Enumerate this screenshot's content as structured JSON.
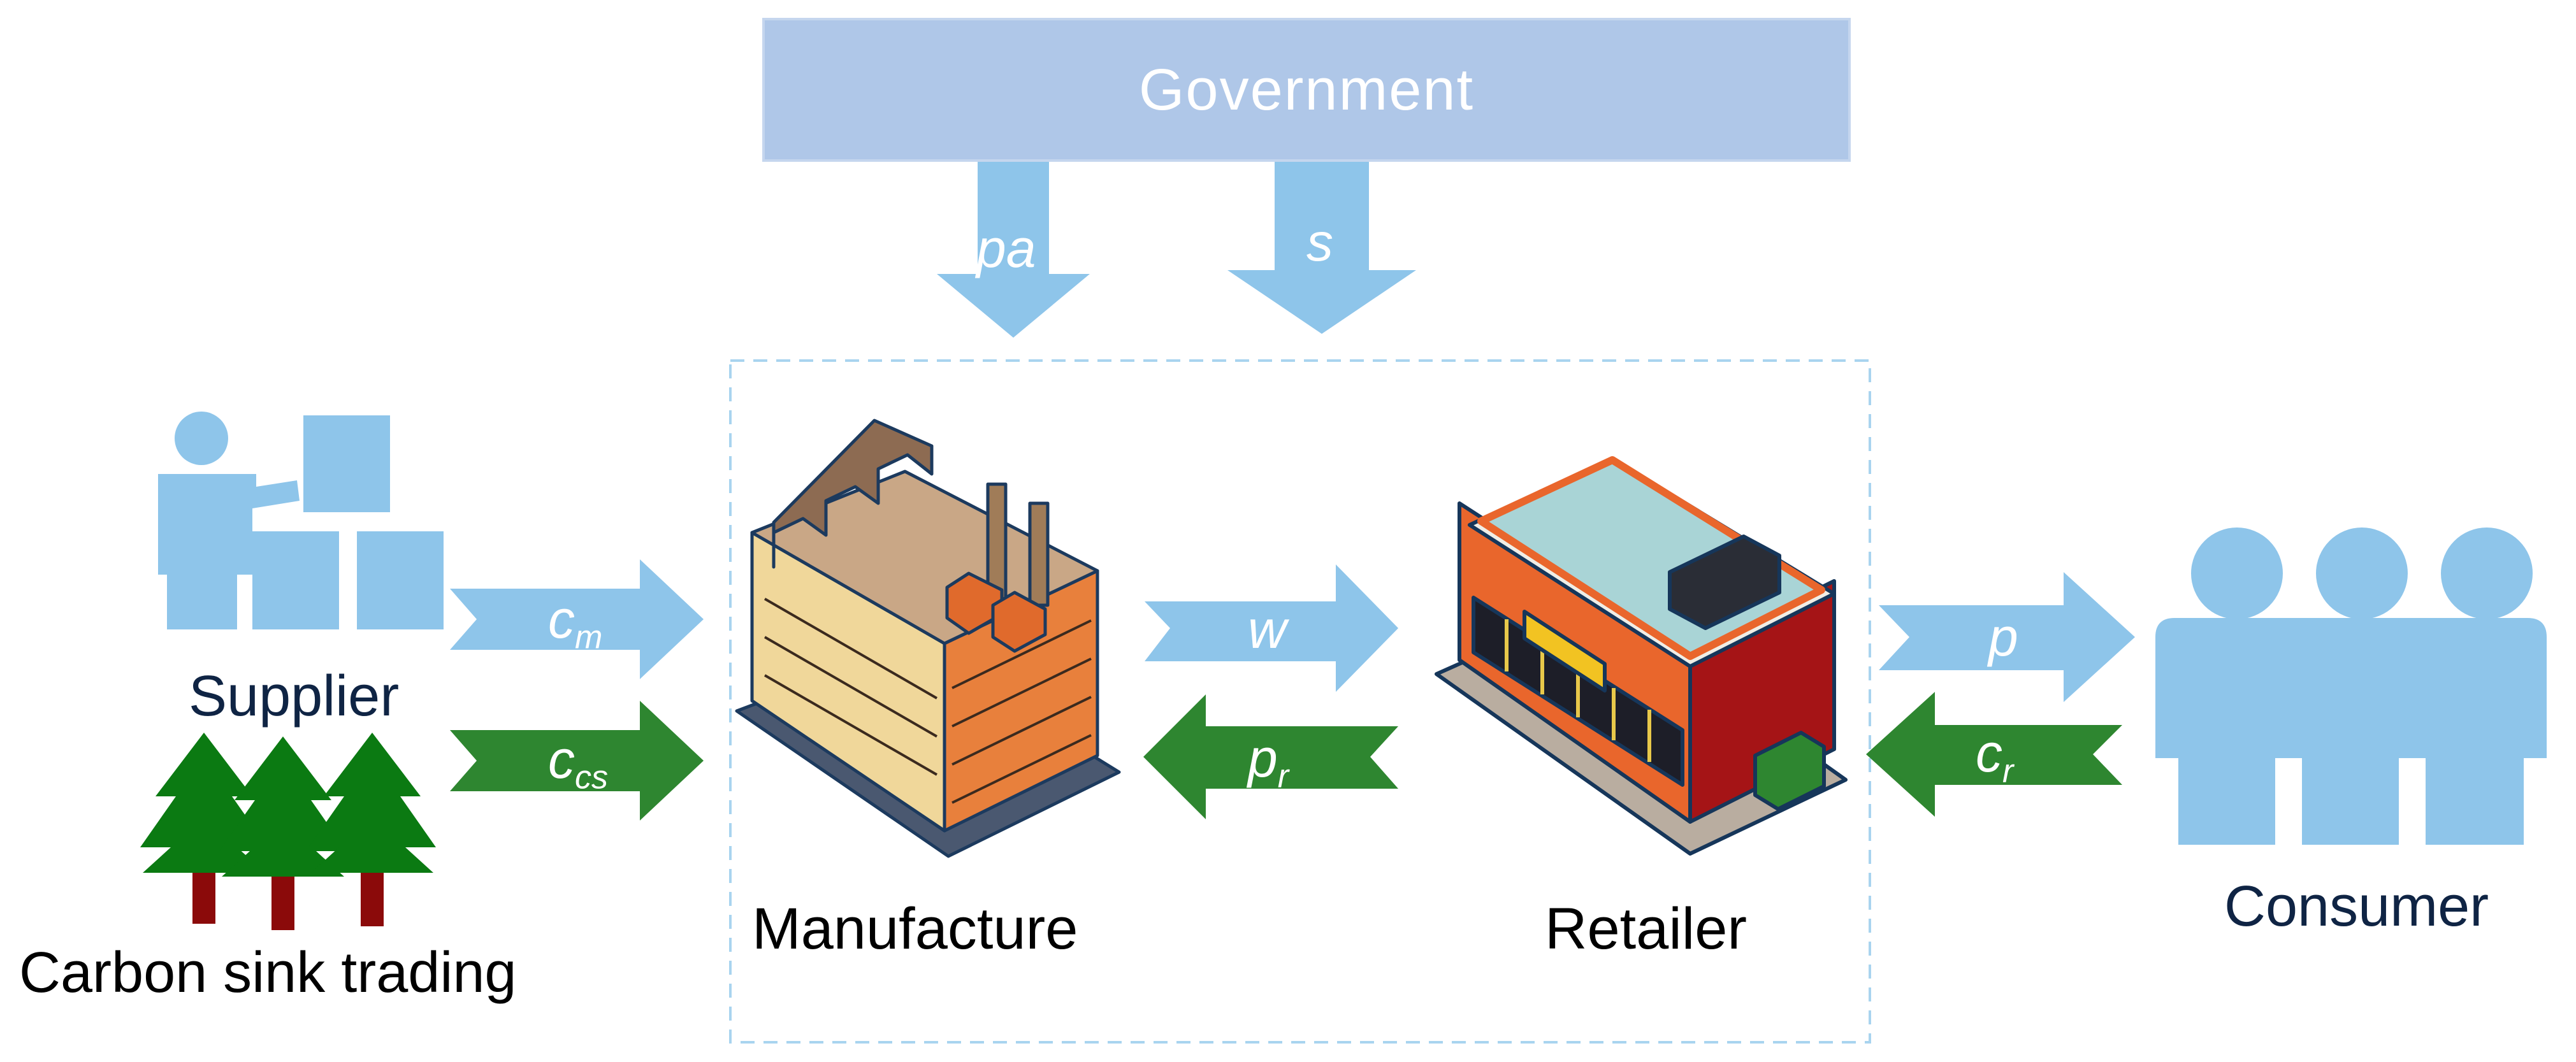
{
  "government": {
    "label": "Government"
  },
  "nodes": {
    "supplier": "Supplier",
    "carbon_sink": "Carbon sink trading",
    "manufacture": "Manufacture",
    "retailer": "Retailer",
    "consumer": "Consumer"
  },
  "flows": {
    "pa": "pa",
    "s": "s",
    "cm_base": "c",
    "cm_sub": "m",
    "ccs_base": "c",
    "ccs_sub": "cs",
    "w": "w",
    "pr_base": "p",
    "pr_sub": "r",
    "p": "p",
    "cr_base": "c",
    "cr_sub": "r"
  },
  "colors": {
    "light_blue": "#8ec5ea",
    "government_fill": "#afc7e8",
    "green": "#2e8630",
    "tree_green": "#0b7a12",
    "trunk": "#8b0a0a",
    "label_dark": "#0f2444",
    "dash_border": "#a9d4ef"
  }
}
